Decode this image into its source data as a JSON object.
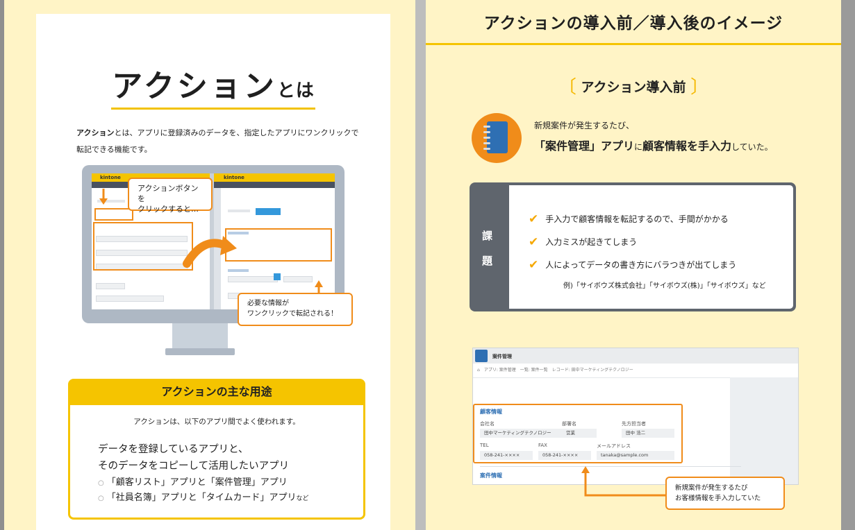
{
  "left_page": {
    "title_main": "アクション",
    "title_suffix": "とは",
    "intro_bold": "アクション",
    "intro_rest": "とは、アプリに登録済みのデータを、指定したアプリにワンクリックで",
    "intro_line2": "転記できる機能です。",
    "kintone_label": "kintone",
    "callout_click_1": "アクションボタンを",
    "callout_click_2": "クリックすると…",
    "callout_transfer_1": "必要な情報が",
    "callout_transfer_2": "ワンクリックで転記される！",
    "uses_heading": "アクションの主な用途",
    "uses_sub": "アクションは、以下のアプリ間でよく使われます。",
    "uses_line1": "データを登録しているアプリと、",
    "uses_line2": "そのデータをコピーして活用したいアプリ",
    "examples": [
      {
        "text": "「顧客リスト」アプリと「案件管理」アプリ",
        "suffix": ""
      },
      {
        "text": "「社員名簿」アプリと「タイムカード」アプリ",
        "suffix": "など"
      }
    ]
  },
  "right_page": {
    "title": "アクションの導入前／導入後のイメージ",
    "section": "アクション導入前",
    "desc_line1": "新規案件が発生するたび、",
    "desc_bold1": "「案件管理」アプリ",
    "desc_mid": "に",
    "desc_bold2": "顧客情報を手入力",
    "desc_end": "していた。",
    "issues_label_1": "課",
    "issues_label_2": "題",
    "issues": [
      "手入力で顧客情報を転記するので、手間がかかる",
      "入力ミスが起きてしまう",
      "人によってデータの書き方にバラつきが出てしまう"
    ],
    "issue_example": "例)「サイボウズ株式会社」「サイボウズ(株)」「サイボウズ」など",
    "screenshot": {
      "app_title": "案件管理",
      "breadcrumb": [
        "アプリ: 案件管理",
        "一覧: 案件一覧",
        "レコード: 田中マーケティングテクノロジー"
      ],
      "section_customer": "顧客情報",
      "fields": [
        {
          "label": "会社名",
          "value": "田中マーケティングテクノロジー"
        },
        {
          "label": "部署名",
          "value": "営業"
        },
        {
          "label": "先方担当者",
          "value": "田中 浩二"
        },
        {
          "label": "TEL",
          "value": "058-241-××××"
        },
        {
          "label": "FAX",
          "value": "058-241-××××"
        },
        {
          "label": "メールアドレス",
          "value": "tanaka@sample.com"
        }
      ],
      "section_project": "案件情報"
    },
    "callout_1": "新規案件が発生するたび",
    "callout_2": "お客様情報を手入力していた"
  },
  "colors": {
    "accent_yellow": "#f5c400",
    "accent_orange": "#f08c1a",
    "page_bg": "#fff4c6",
    "issue_gray": "#5f656d"
  }
}
